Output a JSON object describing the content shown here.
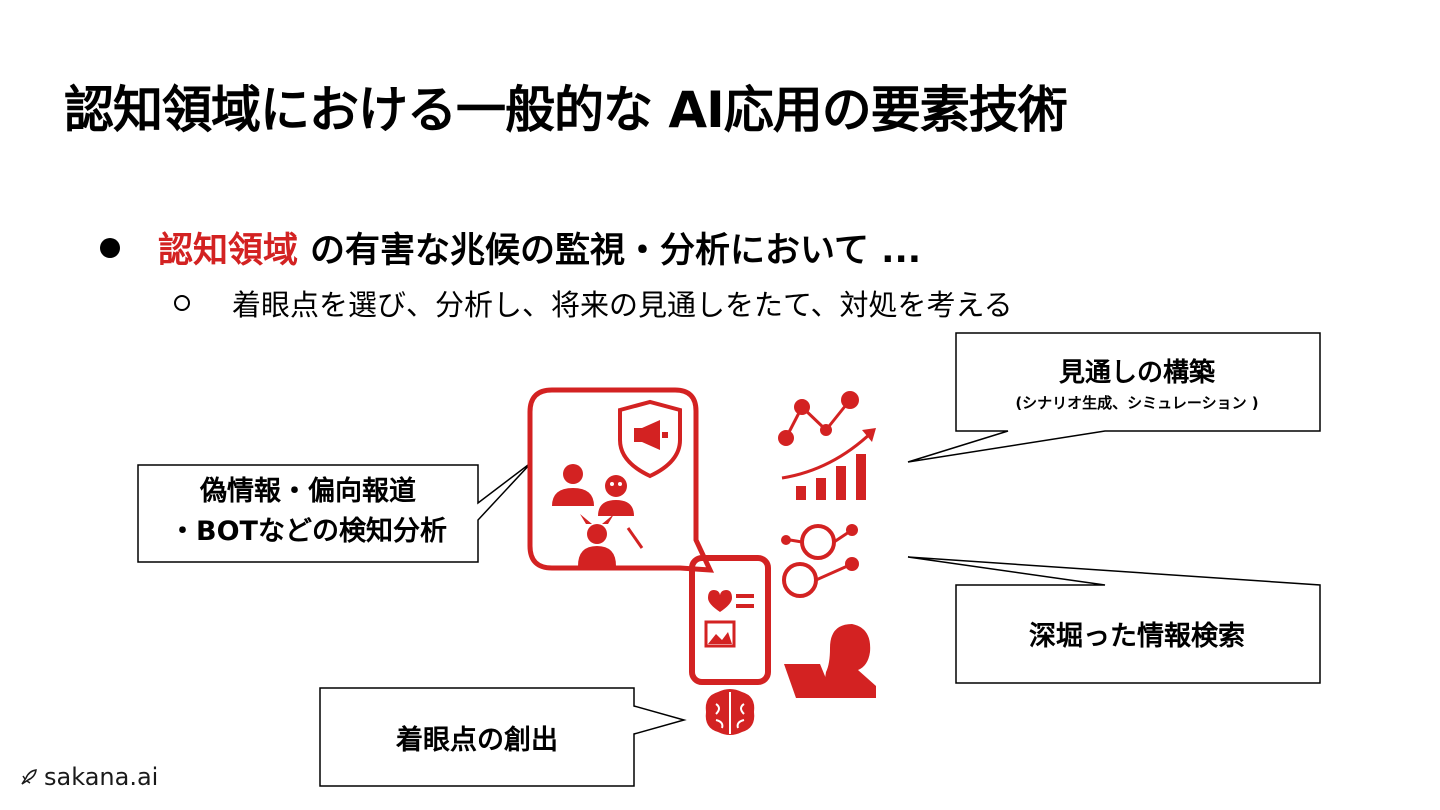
{
  "slide": {
    "title": "認知領域における一般的な AI応用の要素技術",
    "bullet": {
      "accent": "認知領域",
      "rest": "の有害な兆候の監視・分析において ..."
    },
    "sub_bullet": "着眼点を選び、分析し、将来の見通しをたて、対処を考える"
  },
  "callouts": {
    "foresight": {
      "title": "見通しの構築",
      "subtitle": "(シナリオ生成、シミュレーション )"
    },
    "misinfo": {
      "line1": "偽情報・偏向報道",
      "line2": "・BOTなどの検知分析"
    },
    "search": {
      "label": "深堀った情報検索"
    },
    "focus": {
      "label": "着眼点の創出"
    }
  },
  "colors": {
    "accent": "#d32222",
    "icon": "#d32222"
  },
  "icons": [
    "speech-bubble-icon",
    "shield-megaphone-icon",
    "people-icon",
    "devil-icon",
    "network-graph-icon",
    "trend-chart-icon",
    "hub-network-icon",
    "smartphone-icon",
    "brain-icon",
    "person-laptop-icon",
    "sakana-logo-icon"
  ],
  "footer": {
    "brand": "sakana.ai"
  }
}
